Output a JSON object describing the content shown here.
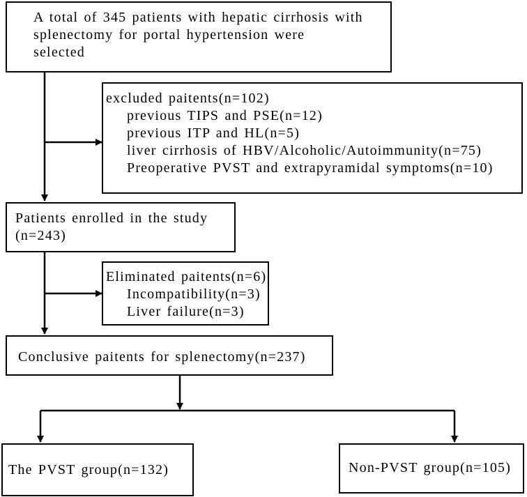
{
  "nodes": {
    "total": {
      "lines": [
        "A total of 345 patients with hepatic cirrhosis with",
        "splenectomy for portal hypertension were",
        "selected"
      ]
    },
    "excluded": {
      "title": "excluded paitents(n=102)",
      "items": [
        "previous TIPS and PSE(n=12)",
        "previous ITP and HL(n=5)",
        "liver cirrhosis of HBV/Alcoholic/Autoimmunity(n=75)",
        "Preoperative PVST and extrapyramidal symptoms(n=10)"
      ]
    },
    "enrolled": {
      "lines": [
        "Patients enrolled in the study",
        "(n=243)"
      ]
    },
    "eliminated": {
      "title": "Eliminated paitents(n=6)",
      "items": [
        "Incompatibility(n=3)",
        "Liver failure(n=3)"
      ]
    },
    "conclusive": {
      "text": "Conclusive paitents for splenectomy(n=237)"
    },
    "pvst": {
      "text": "The PVST group(n=132)"
    },
    "non_pvst": {
      "text": "Non-PVST group(n=105)"
    }
  }
}
